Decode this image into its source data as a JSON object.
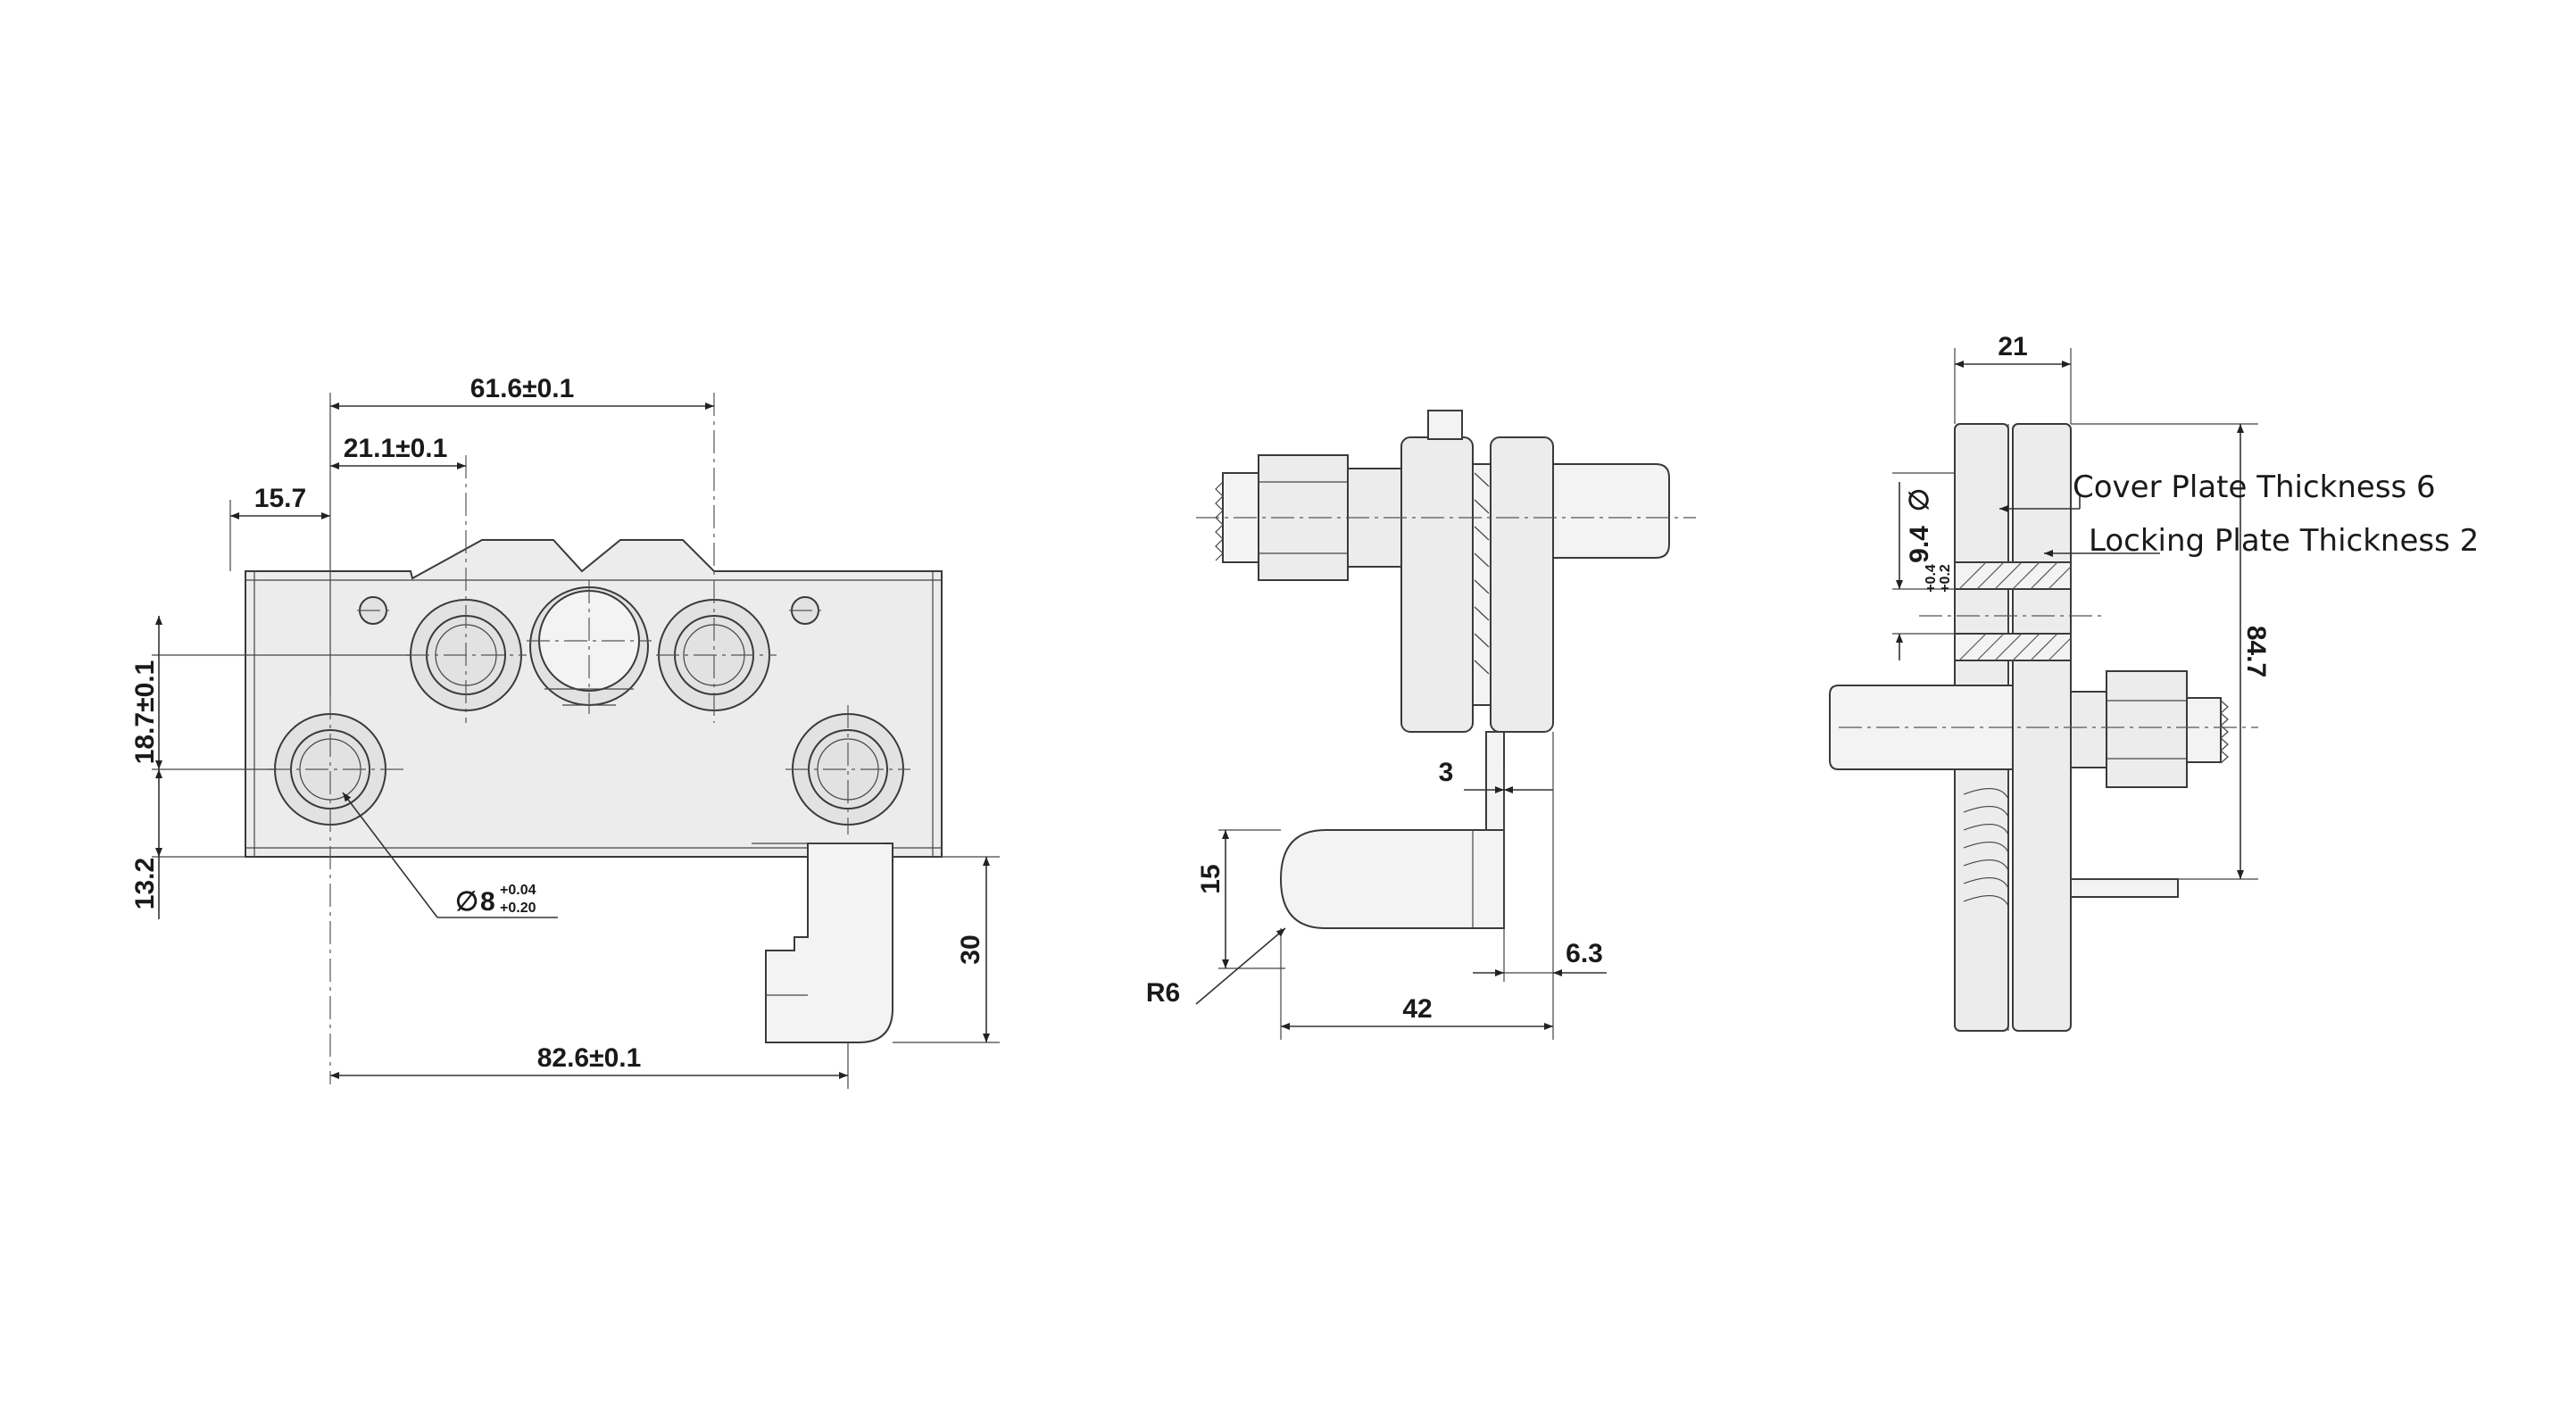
{
  "front_view": {
    "dims": {
      "width_61_6": "61.6±0.1",
      "width_21_1": "21.1±0.1",
      "offset_15_7": "15.7",
      "height_18_7": "18.7±0.1",
      "height_13_2": "13.2",
      "hole_dia": "8",
      "hole_tol_upper": "+0.04",
      "hole_tol_lower": "+0.20",
      "height_30": "30",
      "width_82_6": "82.6±0.1"
    }
  },
  "side_view": {
    "dims": {
      "gap_3": "3",
      "height_15": "15",
      "radius": "R6",
      "width_42": "42",
      "offset_6_3": "6.3"
    }
  },
  "end_view": {
    "dims": {
      "width_21": "21",
      "dia_9_4": "9.4",
      "dia_tol_upper": "+0.4",
      "dia_tol_lower": "+0.2",
      "height_84_7": "84.7"
    },
    "notes": {
      "cover_plate": "Cover Plate Thickness 6",
      "locking_plate": "Locking Plate Thickness 2"
    }
  },
  "symbols": {
    "diameter": "∅"
  }
}
